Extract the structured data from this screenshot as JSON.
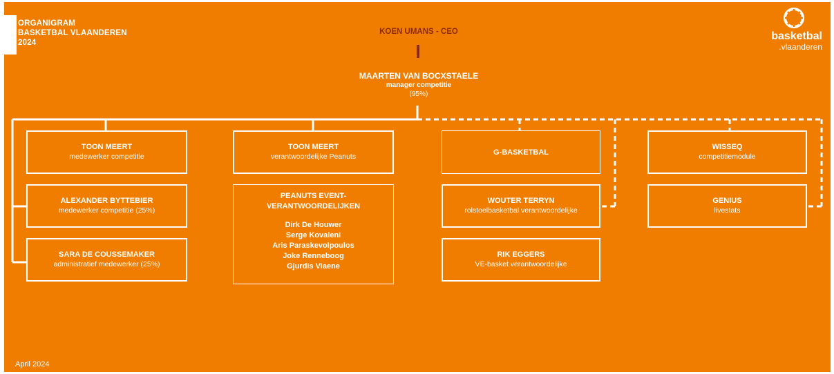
{
  "header": {
    "title_lines": [
      "ORGANIGRAM",
      "BASKETBAL VLAANDEREN",
      "2024"
    ],
    "ceo": "KOEN UMANS - CEO"
  },
  "manager": {
    "name": "MAARTEN VAN BOCXSTAELE",
    "role": "manager competitie",
    "percentage": "(95%)"
  },
  "logo": {
    "line1": "basketbal",
    "line2": ".vlaanderen"
  },
  "columns": [
    {
      "boxes": [
        {
          "title": "TOON MEERT",
          "subtitle": "medewerker competitie"
        },
        {
          "title": "ALEXANDER BYTTEBIER",
          "subtitle": "medewerker competitie (25%)"
        },
        {
          "title": "SARA DE COUSSEMAKER",
          "subtitle": "administratief medewerker (25%)"
        }
      ]
    },
    {
      "boxes": [
        {
          "title": "TOON MEERT",
          "subtitle": "verantwoordelijke Peanuts"
        },
        {
          "title_lines": [
            "PEANUTS EVENT-",
            "VERANTWOORDELIJKEN"
          ],
          "people": [
            "Dirk De Houwer",
            "Serge Kovaleni",
            "Aris Paraskevolpoulos",
            "Joke Renneboog",
            "Gjurdis Viaene"
          ]
        }
      ]
    },
    {
      "boxes": [
        {
          "title": "G-BASKETBAL",
          "subtitle": ""
        },
        {
          "title": "WOUTER TERRYN",
          "subtitle": "rolstoelbasketbal verantwoordelijke"
        },
        {
          "title": "RIK EGGERS",
          "subtitle": "VE-basket verantwoordelijke"
        }
      ]
    },
    {
      "boxes": [
        {
          "title": "WISSEQ",
          "subtitle": "competitiemodule"
        },
        {
          "title": "GENIUS",
          "subtitle": "livestats"
        }
      ]
    }
  ],
  "footer": {
    "date": "April 2024"
  },
  "colors": {
    "background": "#f07d00",
    "ceo_accent": "#8b2a10",
    "lines": "#ffffff"
  }
}
